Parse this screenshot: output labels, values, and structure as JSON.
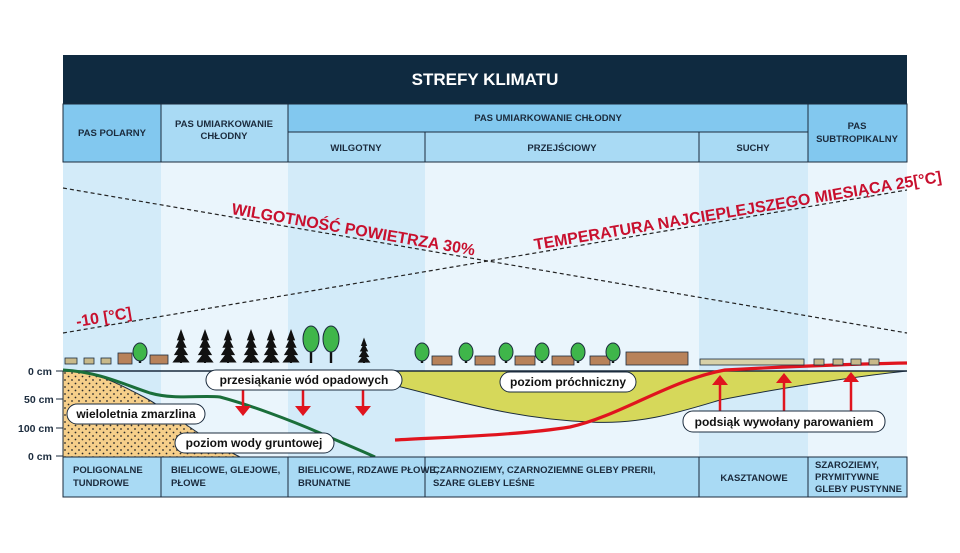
{
  "title": "STREFY KLIMATU",
  "zones": {
    "polar": "PAS POLARNY",
    "cold_temperate": "PAS UMIARKOWANIE CHŁODNY",
    "temperate_cool": "PAS UMIARKOWANIE CHŁODNY",
    "subtropical": "PAS SUBTROPIKALNY",
    "wet": "WILGOTNY",
    "transitional": "PRZEJŚCIOWY",
    "dry": "SUCHY"
  },
  "soils": {
    "polar": "POLIGONALNE TUNDROWE",
    "cold": "BIELICOWE, GLEJOWE, PŁOWE",
    "wet": "BIELICOWE, RDZAWE PŁOWE, BRUNATNE",
    "transitional": "CZARNOZIEMY, CZARNOZIEMNE GLEBY PRERII, SZARE GLEBY LEŚNE",
    "dry": "KASZTANOWE",
    "subtropical": "SZAROZIEMY, PRYMITYWNE GLEBY PUSTYNNE"
  },
  "depths": [
    "0 cm",
    "50 cm",
    "100 cm",
    "0 cm"
  ],
  "line_labels": {
    "humidity": "WILGOTNOŚĆ POWIETRZA 30%",
    "temperature": "TEMPERATURA NAJCIEPLEJSZEGO MIESIĄCA 25[°C]",
    "minus10": "-10 [°C]"
  },
  "callouts": {
    "permafrost": "wieloletnia zmarzlina",
    "percolation": "przesiąkanie wód opadowych",
    "groundwater": "poziom wody gruntowej",
    "humus": "poziom próchniczny",
    "capillary": "podsiąk wywołany parowaniem"
  },
  "colors": {
    "header": "#0f2a40",
    "zone_header": "#82c8ef",
    "sub_header": "#a9daf4",
    "light_band": "#eaf5fc",
    "medium_band": "#d3ebf9",
    "humus": "#d6d85a",
    "permafrost": "#f6cf8a",
    "groundwater_line": "#1a6e3a",
    "capillary_line": "#e0141e",
    "accent_red": "#c8102e"
  },
  "icons": [
    "conifer-tree-icon",
    "deciduous-tree-icon",
    "red-arrow-down-icon",
    "red-arrow-up-icon"
  ]
}
